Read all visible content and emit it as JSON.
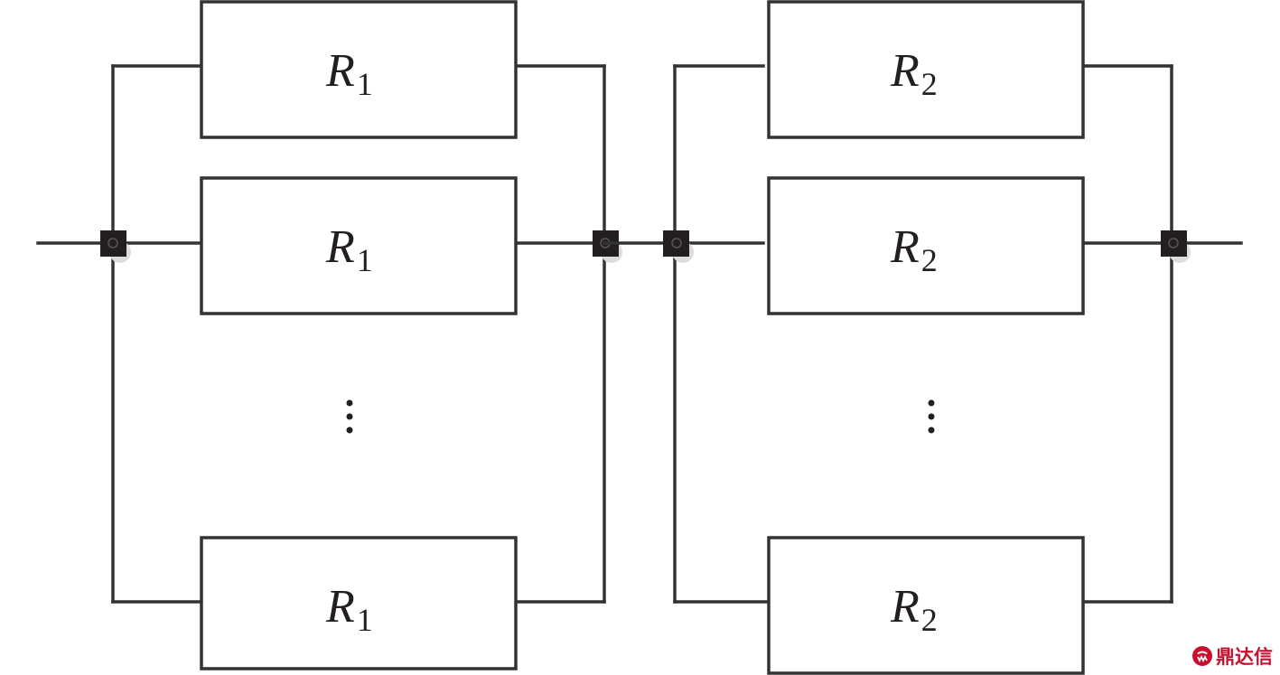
{
  "diagram": {
    "groups": [
      {
        "id": "group-1",
        "resistors": [
          {
            "symbol": "R",
            "subscript": "1"
          },
          {
            "symbol": "R",
            "subscript": "1"
          },
          {
            "symbol": "R",
            "subscript": "1"
          }
        ],
        "ellipsis": "⋮"
      },
      {
        "id": "group-2",
        "resistors": [
          {
            "symbol": "R",
            "subscript": "2"
          },
          {
            "symbol": "R",
            "subscript": "2"
          },
          {
            "symbol": "R",
            "subscript": "2"
          }
        ],
        "ellipsis": "⋮"
      }
    ]
  },
  "watermark": {
    "text": "鼎达信",
    "icon": "logo-icon",
    "color": "#c8102e"
  },
  "colors": {
    "stroke": "#333333",
    "node": "#231f20"
  }
}
